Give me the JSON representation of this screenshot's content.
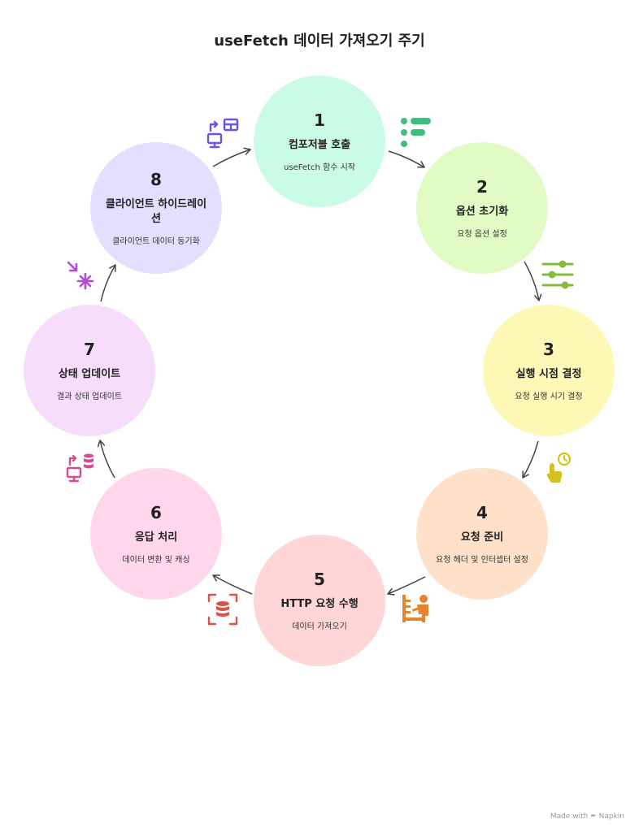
{
  "title": "useFetch 데이터 가져오기 주기",
  "steps": [
    {
      "num": "1",
      "label": "컴포저블 호출",
      "desc": "useFetch 함수 시작",
      "color": "#C9FBE6",
      "icon": "list-icon",
      "accent": "#3DBE7A"
    },
    {
      "num": "2",
      "label": "옵션 초기화",
      "desc": "요청 옵션 설정",
      "color": "#E1FBC4",
      "icon": "sliders-icon",
      "accent": "#86BC3A"
    },
    {
      "num": "3",
      "label": "실행 시점 결정",
      "desc": "요청 실행 시기 결정",
      "color": "#FDF8B5",
      "icon": "tap-clock-icon",
      "accent": "#D4C21C"
    },
    {
      "num": "4",
      "label": "요청 준비",
      "desc": "요청 헤더 및 인터셉터 설정",
      "color": "#FEE1C8",
      "icon": "worker-desk-icon",
      "accent": "#E3852E"
    },
    {
      "num": "5",
      "label": "HTTP 요청 수행",
      "desc": "데이터 가져오기",
      "color": "#FFD6D6",
      "icon": "expand-database-icon",
      "accent": "#E0504A"
    },
    {
      "num": "6",
      "label": "응답 처리",
      "desc": "데이터 변환 및 캐싱",
      "color": "#FFD7EC",
      "icon": "computer-database-icon",
      "accent": "#D94A95"
    },
    {
      "num": "7",
      "label": "상태 업데이트",
      "desc": "결과 상태 업데이트",
      "color": "#F6DDFC",
      "icon": "sparkle-arrow-icon",
      "accent": "#B24BD9"
    },
    {
      "num": "8",
      "label": "클라이언트 하이드레이션",
      "desc": "클라이언트 데이터 동기화",
      "color": "#E6DEFE",
      "icon": "computer-sync-icon",
      "accent": "#6B55E0"
    }
  ],
  "footer": {
    "made_with": "Made with",
    "brand": "Napkin"
  }
}
